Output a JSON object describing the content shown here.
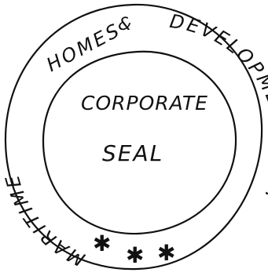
{
  "seal": {
    "ring_text_top": "HOMES",
    "ampersand": "&",
    "ring_text_right": "DEVELOPMENT, INC.",
    "ring_text_left": "MARITIME",
    "center_line_1": "CORPORATE",
    "center_line_2": "SEAL",
    "stars": [
      "✱",
      "✱",
      "✱"
    ],
    "ink_color": "#111111"
  }
}
